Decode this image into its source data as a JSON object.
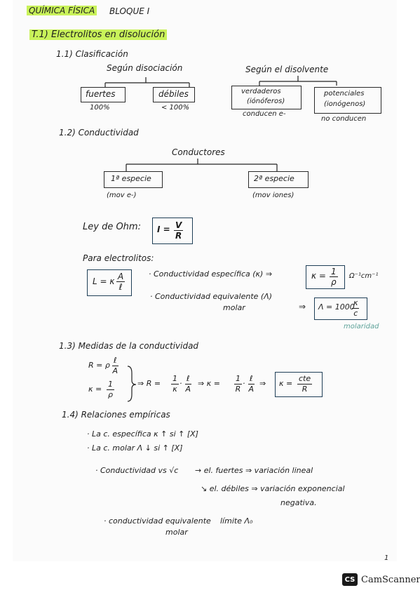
{
  "header": {
    "title": "QUÍMICA FÍSICA",
    "block": "BLOQUE I"
  },
  "section_title": "T.1) Electrolitos en disolución",
  "s11": {
    "title": "1.1) Clasificación",
    "left_header": "Según disociación",
    "strong": "fuertes",
    "strong_pct": "100%",
    "weak": "débiles",
    "weak_pct": "< 100%",
    "right_header": "Según el disolvente",
    "true_line1": "verdaderos",
    "true_line2": "(iónóferos)",
    "true_note": "conducen e-",
    "pot_line1": "potenciales",
    "pot_line2": "(ionógenos)",
    "pot_note": "no conducen"
  },
  "s12": {
    "title": "1.2) Conductividad",
    "conductors": "Conductores",
    "first": "1ª especie",
    "first_note": "(mov e-)",
    "second": "2ª especie",
    "second_note": "(mov iones)",
    "ohm_label": "Ley de Ohm:",
    "ohm_lhs": "I =",
    "ohm_num": "V",
    "ohm_den": "R",
    "electrolytes": "Para electrolitos:",
    "l_lhs": "L = κ",
    "l_num": "A",
    "l_den": "ℓ",
    "specific": "· Conductividad específica (κ) ⇒",
    "k_lhs": "κ =",
    "k_num": "1",
    "k_den": "ρ",
    "k_units": "Ω⁻¹cm⁻¹",
    "equiv_line1": "· Conductividad equivalente (Λ)",
    "equiv_line2": "molar",
    "lambda_lhs": "Λ = 1000",
    "lambda_num": "κ",
    "lambda_den": "c",
    "molarity": "molaridad",
    "arrow": "⇒"
  },
  "s13": {
    "title": "1.3) Medidas de la conductividad",
    "r_lhs": "R = ρ",
    "r_num": "ℓ",
    "r_den": "A",
    "kk_lhs": "κ =",
    "kk_num": "1",
    "kk_den": "ρ",
    "chain_1": "⇒  R =",
    "chain_2": "⇒  κ =",
    "chain_3": "⇒",
    "f1_num": "1",
    "f1_den": "κ",
    "f2_num": "ℓ",
    "f2_den": "A",
    "f3_num": "1",
    "f3_den": "R",
    "f4_num": "ℓ",
    "f4_den": "A",
    "box_lhs": "κ =",
    "box_num": "cte",
    "box_den": "R"
  },
  "s14": {
    "title": "1.4) Relaciones empíricas",
    "line1": "· La c. específica κ ↑ si ↑ [X]",
    "line2": "· La c. molar Λ ↓ si ↑ [X]",
    "line3a": "· Conductividad vs √c",
    "line3b": "→ el. fuertes ⇒ variación lineal",
    "line3c": "↘ el. débiles ⇒ variación exponencial",
    "line3d": "negativa.",
    "line4a": "· conductividad equivalente",
    "line4b": "molar",
    "line4c": "límite Λ₀"
  },
  "page_number": "1",
  "watermark": "CamScanner",
  "watermark_logo": "CS"
}
